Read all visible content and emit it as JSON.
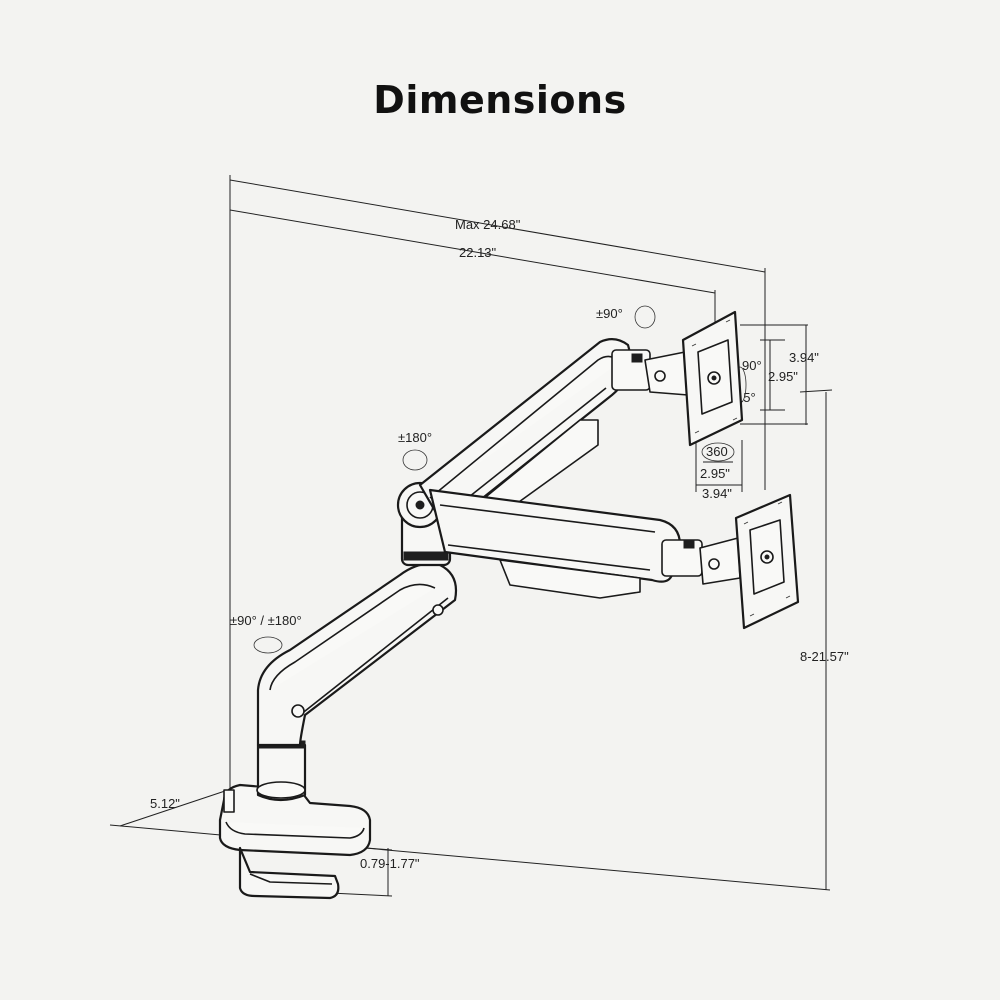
{
  "title": "Dimensions",
  "dimensions": {
    "max_reach": "Max 24.68\"",
    "reach": "22.13\"",
    "vesa_h_outer": "3.94\"",
    "vesa_h_inner": "2.95\"",
    "vesa_w_inner": "2.95\"",
    "vesa_w_outer": "3.94\"",
    "height_range": "8-21.57\"",
    "base_depth": "5.12\"",
    "clamp_range": "0.79-1.77\""
  },
  "rotations": {
    "head_swivel": "±90°",
    "tilt_up": "90°",
    "tilt_down": "15°",
    "rotate": "360",
    "elbow": "±180°",
    "base": "±90° / ±180°"
  }
}
